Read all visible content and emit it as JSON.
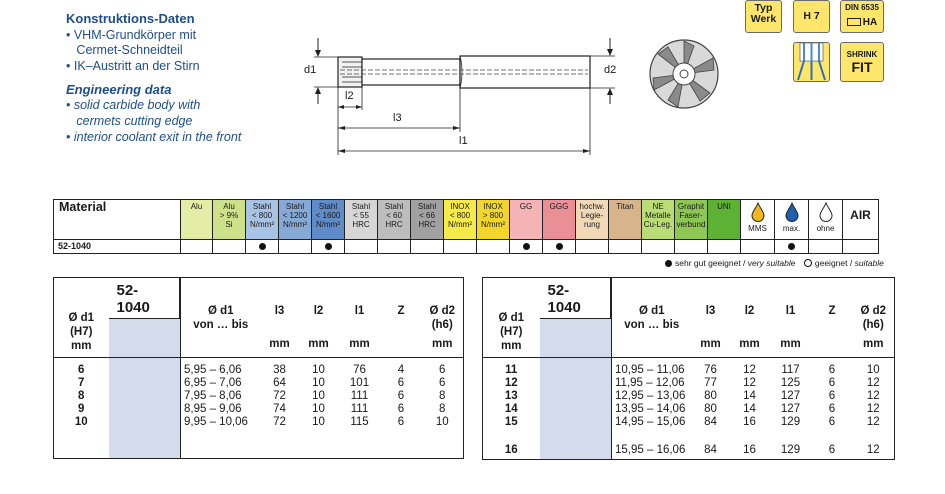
{
  "header_de": {
    "title": "Konstruktions-Daten",
    "items": [
      "• VHM-Grundkörper mit",
      "   Cermet-Schneidteil",
      "• IK–Austritt an der Stirn"
    ]
  },
  "header_en": {
    "title": "Engineering data",
    "items": [
      "• solid carbide body with",
      "   cermets cutting edge",
      "• interior coolant exit in the front"
    ]
  },
  "drawing": {
    "d1": "d1",
    "d2": "d2",
    "l2": "l2",
    "l3": "l3",
    "l1": "l1"
  },
  "badges": {
    "typ_werk": [
      "Typ",
      "Werk"
    ],
    "h7": "H 7",
    "din": "DIN 6535",
    "ha": "HA",
    "shrink": "SHRINK",
    "fit": "FIT"
  },
  "material_table": {
    "title": "Material",
    "headers": [
      {
        "text": "Alu",
        "color": "#e3eda6"
      },
      {
        "text": "Alu\n> 9%\nSi",
        "color": "#cfe08a"
      },
      {
        "text": "Stahl\n< 800\nN/mm²",
        "color": "#a9c3e4"
      },
      {
        "text": "Stahl\n< 1200\nN/mm²",
        "color": "#86a9d6"
      },
      {
        "text": "Stahl\n< 1600\nN/mm²",
        "color": "#5f8cc8"
      },
      {
        "text": "Stahl\n< 55\nHRC",
        "color": "#d6d6d6"
      },
      {
        "text": "Stahl\n< 60\nHRC",
        "color": "#bdbdbd"
      },
      {
        "text": "Stahl\n< 66\nHRC",
        "color": "#a1a1a1"
      },
      {
        "text": "INOX\n< 800\nN/mm²",
        "color": "#f6e94a"
      },
      {
        "text": "INOX\n> 800\nN/mm²",
        "color": "#f2d72a"
      },
      {
        "text": "GG",
        "color": "#f3b3b7"
      },
      {
        "text": "GGG",
        "color": "#ea8f96"
      },
      {
        "text": "hochw.\nLegie-\nrung",
        "color": "#f1d9b8"
      },
      {
        "text": "Titan",
        "color": "#d8b48c"
      },
      {
        "text": "NE\nMetalle\nCu-Leg.",
        "color": "#b9dc77"
      },
      {
        "text": "Graphit\nFaser-\nverbund",
        "color": "#8fc755"
      },
      {
        "text": "UNI",
        "color": "#5db135"
      }
    ],
    "coolant": [
      {
        "label": "MMS",
        "icon": "mms-drop-icon"
      },
      {
        "label": "max.",
        "icon": "max-drop-icon"
      },
      {
        "label": "ohne",
        "icon": "empty-drop-icon"
      }
    ],
    "air": "AIR",
    "row_label": "52-1040",
    "row_dots": [
      false,
      false,
      true,
      false,
      true,
      false,
      false,
      false,
      false,
      false,
      true,
      true,
      false,
      false,
      false,
      false,
      false,
      false,
      true,
      false,
      false
    ],
    "legend_solid": "sehr gut geeignet / ",
    "legend_solid_en": "very suitable",
    "legend_open": "geeignet / ",
    "legend_open_en": "suitable"
  },
  "dim_headers": {
    "d1": [
      "Ø d1",
      "(H7)",
      "mm"
    ],
    "code": "52-1040",
    "range": [
      "Ø d1",
      "von … bis"
    ],
    "l3": [
      "l3",
      "",
      "mm"
    ],
    "l2": [
      "l2",
      "",
      "mm"
    ],
    "l1": [
      "l1",
      "",
      "mm"
    ],
    "z": [
      "Z"
    ],
    "d2": [
      "Ø d2",
      "(h6)",
      "mm"
    ]
  },
  "table_left": {
    "rows": [
      {
        "d1": "6",
        "range": "5,95 – 6,06",
        "l3": "38",
        "l2": "10",
        "l1": "76",
        "z": "4",
        "d2": "6"
      },
      {
        "d1": "7",
        "range": "6,95 – 7,06",
        "l3": "64",
        "l2": "10",
        "l1": "101",
        "z": "6",
        "d2": "6"
      },
      {
        "d1": "8",
        "range": "7,95 – 8,06",
        "l3": "72",
        "l2": "10",
        "l1": "111",
        "z": "6",
        "d2": "8"
      },
      {
        "d1": "9",
        "range": "8,95 – 9,06",
        "l3": "74",
        "l2": "10",
        "l1": "111",
        "z": "6",
        "d2": "8"
      },
      {
        "d1": "10",
        "range": "9,95 – 10,06",
        "l3": "72",
        "l2": "10",
        "l1": "115",
        "z": "6",
        "d2": "10"
      }
    ]
  },
  "table_right": {
    "rows": [
      {
        "d1": "11",
        "range": "10,95 – 11,06",
        "l3": "76",
        "l2": "12",
        "l1": "117",
        "z": "6",
        "d2": "10"
      },
      {
        "d1": "12",
        "range": "11,95 – 12,06",
        "l3": "77",
        "l2": "12",
        "l1": "125",
        "z": "6",
        "d2": "12"
      },
      {
        "d1": "13",
        "range": "12,95 – 13,06",
        "l3": "80",
        "l2": "14",
        "l1": "127",
        "z": "6",
        "d2": "12"
      },
      {
        "d1": "14",
        "range": "13,95 – 14,06",
        "l3": "80",
        "l2": "14",
        "l1": "127",
        "z": "6",
        "d2": "12"
      },
      {
        "d1": "15",
        "range": "14,95 – 15,06",
        "l3": "84",
        "l2": "16",
        "l1": "129",
        "z": "6",
        "d2": "12"
      }
    ],
    "extra_row": {
      "d1": "16",
      "range": "15,95 – 16,06",
      "l3": "84",
      "l2": "16",
      "l1": "129",
      "z": "6",
      "d2": "12"
    }
  }
}
